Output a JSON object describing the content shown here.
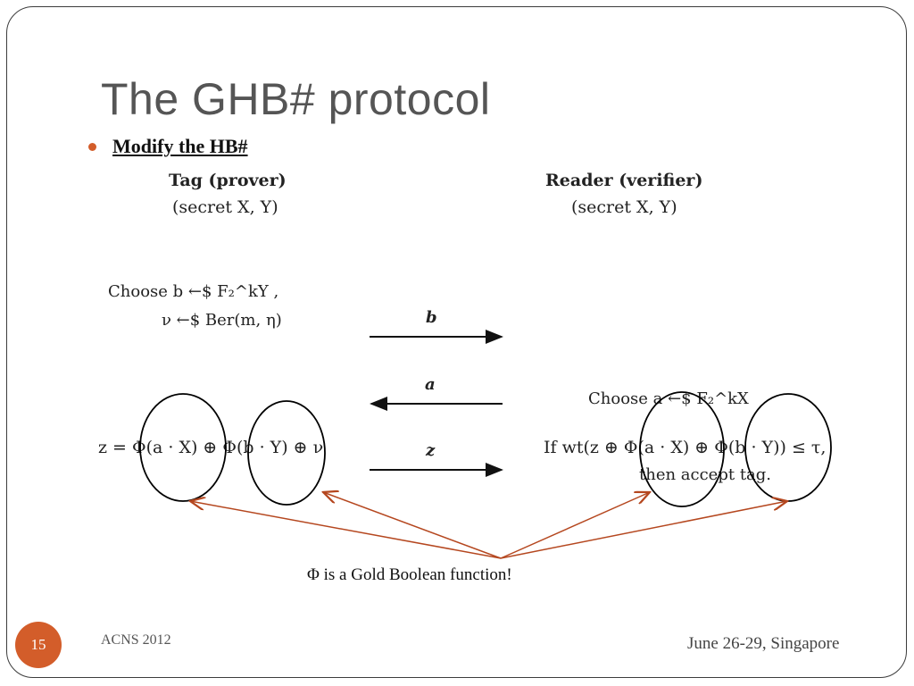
{
  "slide": {
    "title": "The GHB# protocol",
    "bullet": "Modify the HB#",
    "tag_header": "Tag (prover)",
    "tag_secret": "(secret X, Y)",
    "reader_header": "Reader (verifier)",
    "reader_secret": "(secret X, Y)",
    "tag_choose_line1": "Choose b ←$ F₂^kY ,",
    "tag_choose_line2": "ν ←$ Ber(m, η)",
    "arrow_b_label": "b",
    "arrow_a_label": "a",
    "arrow_z_label": "z",
    "reader_choose": "Choose a ←$ F₂^kX",
    "z_formula": "z = Φ(a · X) ⊕ Φ(b · Y) ⊕ ν",
    "reader_check_line1": "If wt(z ⊕ Φ(a · X) ⊕ Φ(b · Y)) ≤ τ,",
    "reader_check_line2": "then accept tag.",
    "caption": "Φ is a Gold Boolean function!",
    "page_number": "15",
    "footer_left": "ACNS 2012",
    "footer_right": "June 26-29, Singapore"
  },
  "colors": {
    "accent": "#d35d2a",
    "annotation_arrow": "#b5471f",
    "title_text": "#555555"
  }
}
